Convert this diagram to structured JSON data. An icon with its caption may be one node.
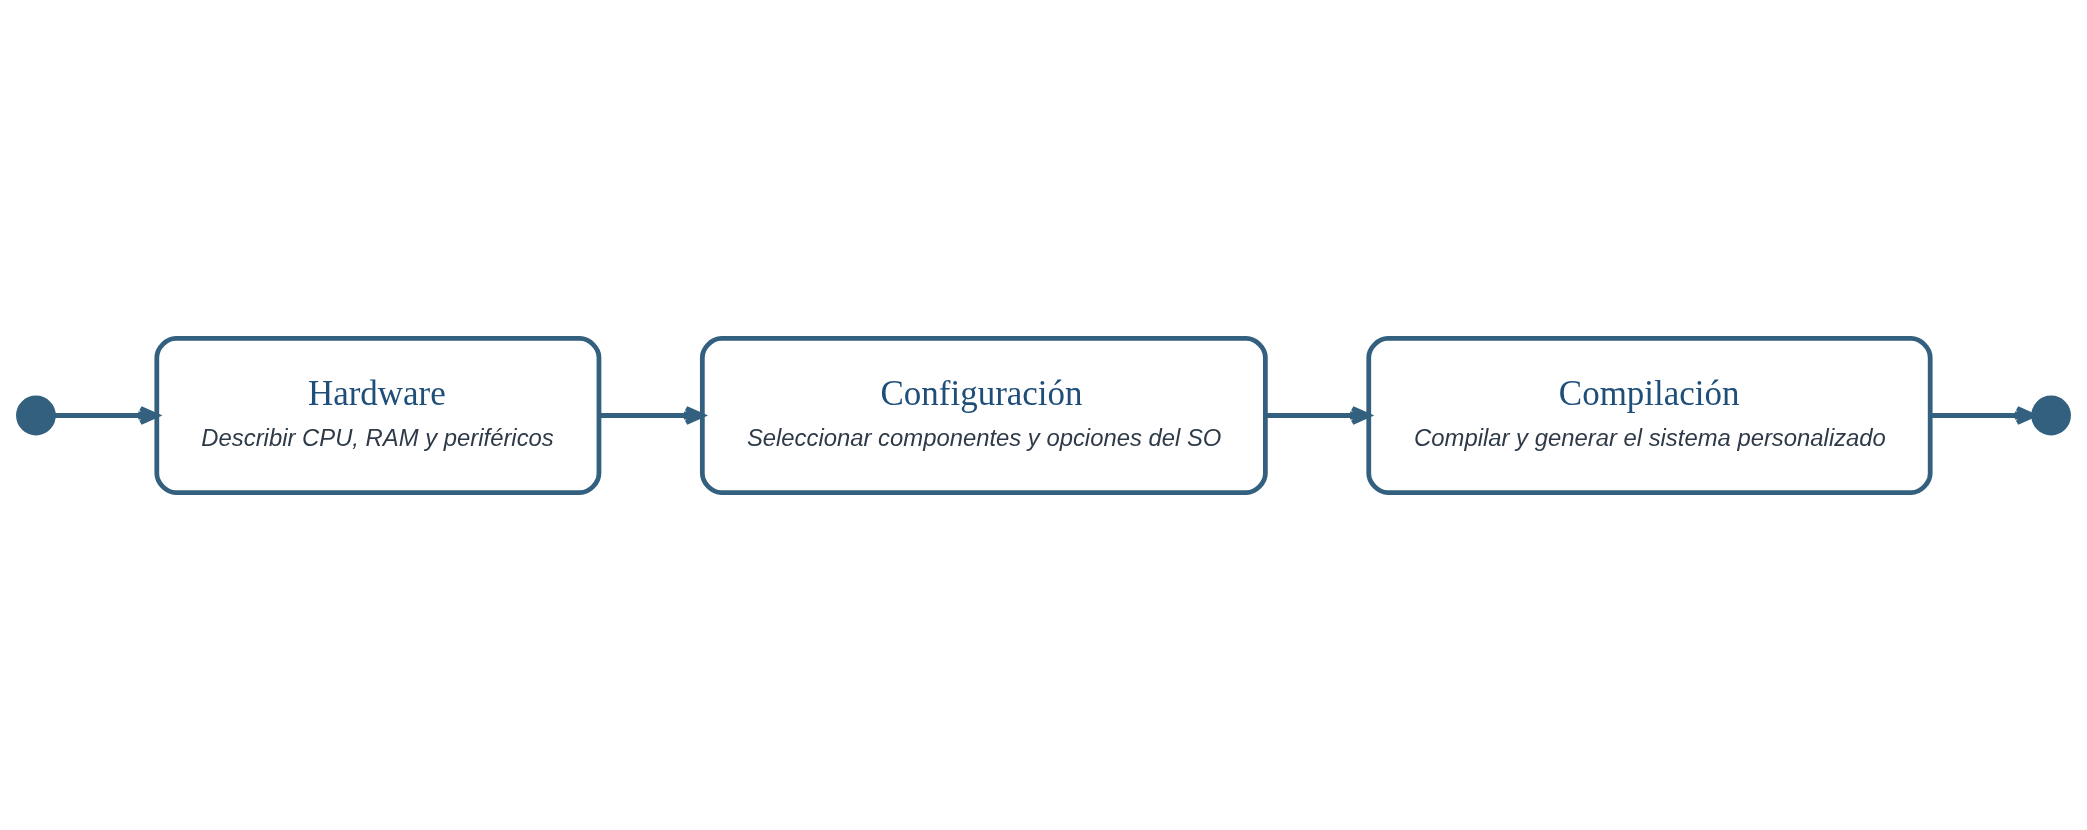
{
  "diagram": {
    "nodes": [
      {
        "text": [],
        "shape": "circle"
      },
      {
        "text": [
          "Hardware",
          "Describir CPU, RAM y periféricos"
        ]
      },
      {
        "text": [
          "Configuración",
          "Seleccionar componentes y opciones del SO"
        ]
      },
      {
        "text": [
          "Compilación",
          "Compilar y generar el sistema personalizado"
        ]
      },
      {
        "text": [],
        "shape": "circle"
      }
    ],
    "edges": [
      {
        "from": 0,
        "to": 1,
        "arrow": "to"
      },
      {
        "from": 1,
        "to": 2,
        "arrow": "to"
      },
      {
        "from": 2,
        "to": 3,
        "arrow": "to"
      },
      {
        "from": 3,
        "to": 4,
        "arrow": "to"
      }
    ]
  }
}
